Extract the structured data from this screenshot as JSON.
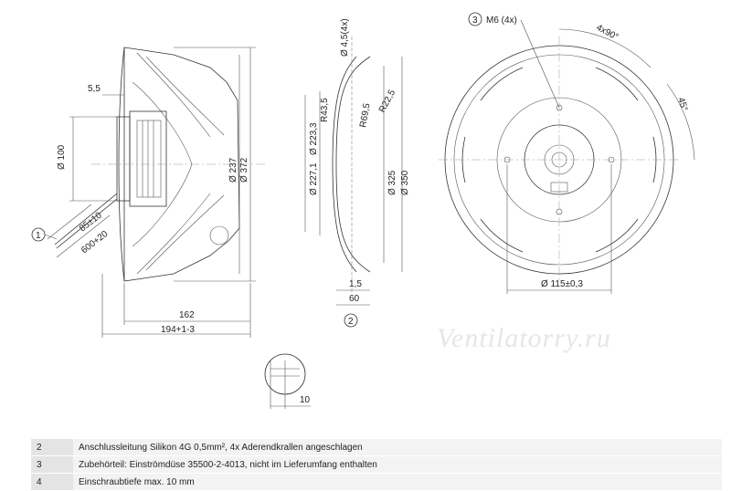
{
  "side_view": {
    "dims": {
      "d100": "Ø 100",
      "d237": "Ø 237",
      "d372": "Ø 372",
      "len_5_5": "5,5",
      "len_85": "85±10",
      "len_600": "600+20",
      "len_162": "162",
      "len_194": "194+1-3",
      "len_10": "10"
    },
    "balloon_1": "1"
  },
  "nozzle_view": {
    "dims": {
      "hole": "Ø 4,5(4x)",
      "r22": "R22,5",
      "r43": "R43,5",
      "r69": "R69,5",
      "d227": "Ø 227,1",
      "d223": "Ø 223,3",
      "d325": "Ø 325",
      "d350": "Ø 350",
      "t1_5": "1,5",
      "l60": "60"
    },
    "balloon_2": "2"
  },
  "front_view": {
    "balloon_3": "3",
    "thread": "M6 (4x)",
    "angle_4x90": "4x90°",
    "angle_45": "45°",
    "bolt_circle": "Ø 115±0,3"
  },
  "watermark": "Ventilatorry.ru",
  "notes": [
    {
      "num": "2",
      "text": "Anschlussleitung Silikon 4G 0,5mm², 4x Aderendkrallen angeschlagen"
    },
    {
      "num": "3",
      "text": "Zubehörteil: Einströmdüse 35500-2-4013, nicht im Lieferumfang enthalten"
    },
    {
      "num": "4",
      "text": "Einschraubtiefe max. 10 mm"
    }
  ]
}
